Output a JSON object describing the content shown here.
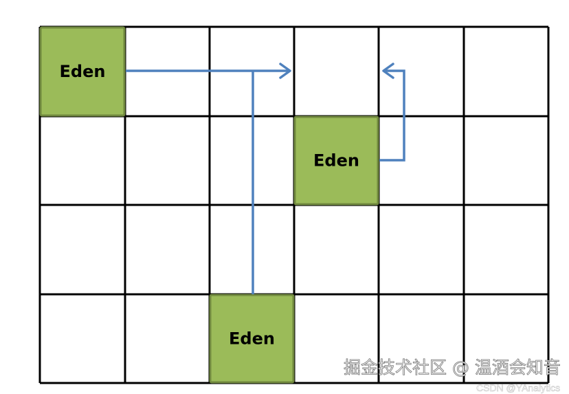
{
  "cells": [
    {
      "label": "Eden",
      "col": 0,
      "row": 0
    },
    {
      "label": "Eden",
      "col": 3,
      "row": 1
    },
    {
      "label": "Eden",
      "col": 2,
      "row": 3
    }
  ],
  "grid": {
    "columns": 6,
    "rows": 4
  },
  "colors": {
    "cell_fill": "#9BBB59",
    "cell_border": "#71893F",
    "arrow": "#4F81BD",
    "grid": "#000000"
  },
  "watermark": {
    "primary": "掘金技术社区 @ 温酒会知音",
    "secondary": "CSDN @YAnalytics"
  }
}
